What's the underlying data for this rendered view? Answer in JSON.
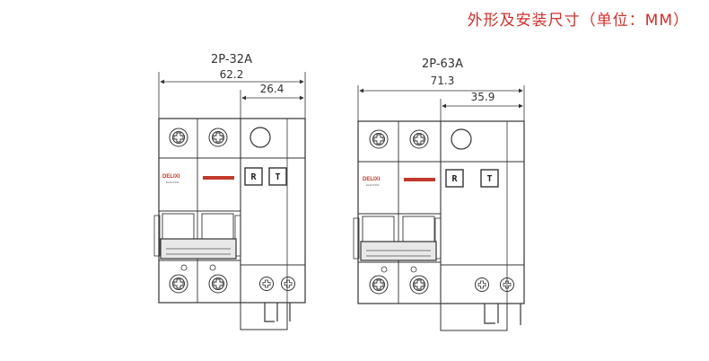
{
  "header": {
    "title": "外形及安装尺寸（单位：MM）"
  },
  "breakers": [
    {
      "model": "2P-32A",
      "overall_width": "62.2",
      "rcd_width": "26.4",
      "buttons": [
        "R",
        "T"
      ],
      "logo": "DELIXI",
      "logo_sub": "ELECTRIC"
    },
    {
      "model": "2P-63A",
      "overall_width": "71.3",
      "rcd_width": "35.9",
      "buttons": [
        "R",
        "T"
      ],
      "logo": "DELIXI",
      "logo_sub": "ELECTRIC"
    }
  ],
  "colors": {
    "title": "#d0312d",
    "line": "#333333",
    "stripe": "#c0392b"
  }
}
